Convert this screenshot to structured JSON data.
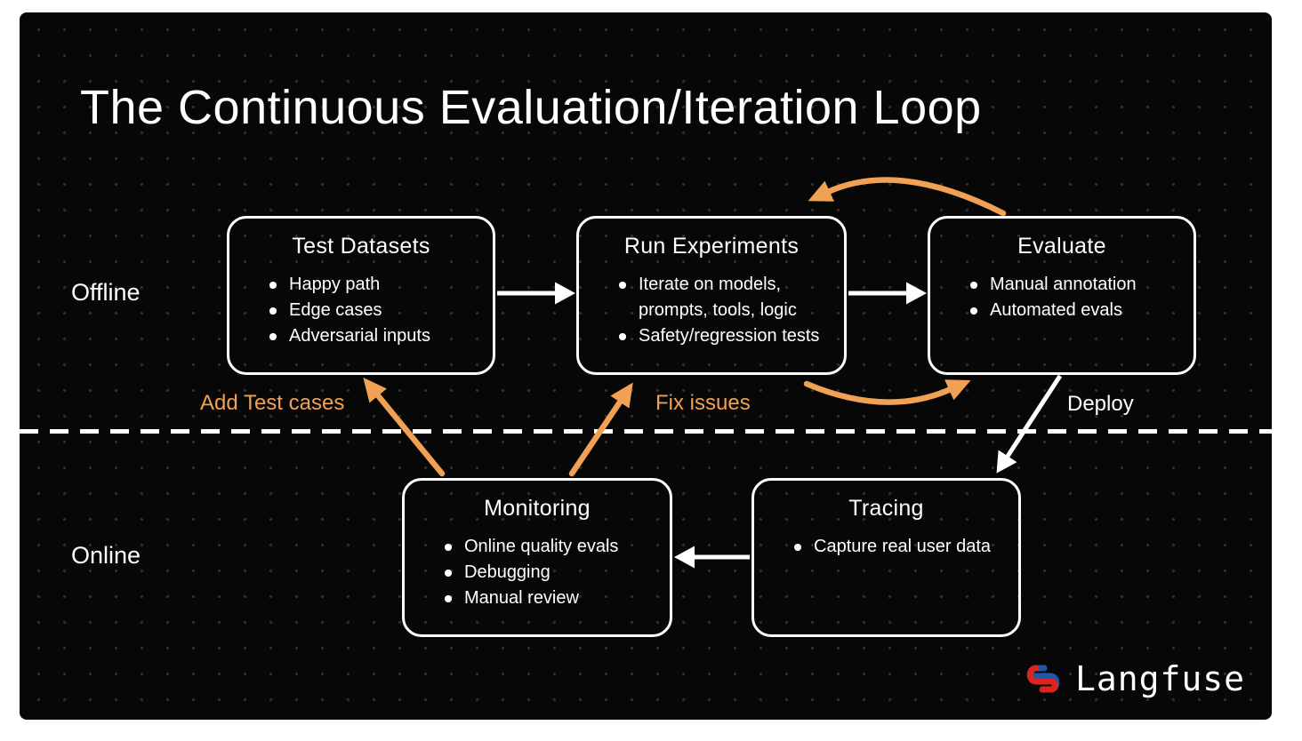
{
  "slide": {
    "title": "The Continuous Evaluation/Iteration Loop",
    "sections": {
      "offline": "Offline",
      "online": "Online"
    },
    "boxes": [
      {
        "id": "test-datasets",
        "title": "Test Datasets",
        "bullets": [
          "Happy path",
          "Edge cases",
          "Adversarial inputs"
        ]
      },
      {
        "id": "run-experiments",
        "title": "Run Experiments",
        "bullets": [
          "Iterate on models, prompts, tools, logic",
          "Safety/regression tests"
        ]
      },
      {
        "id": "evaluate",
        "title": "Evaluate",
        "bullets": [
          "Manual annotation",
          "Automated evals"
        ]
      },
      {
        "id": "monitoring",
        "title": "Monitoring",
        "bullets": [
          "Online quality evals",
          "Debugging",
          "Manual review"
        ]
      },
      {
        "id": "tracing",
        "title": "Tracing",
        "bullets": [
          "Capture real user data"
        ]
      }
    ],
    "edge_labels": {
      "add_test_cases": "Add Test cases",
      "fix_issues": "Fix issues",
      "deploy": "Deploy"
    },
    "brand": {
      "name": "Langfuse"
    },
    "colors": {
      "accent_orange": "#F0A154",
      "line_white": "#FFFFFF",
      "background": "#070707",
      "brand_red": "#DB2420",
      "brand_blue": "#1E56A8"
    }
  }
}
